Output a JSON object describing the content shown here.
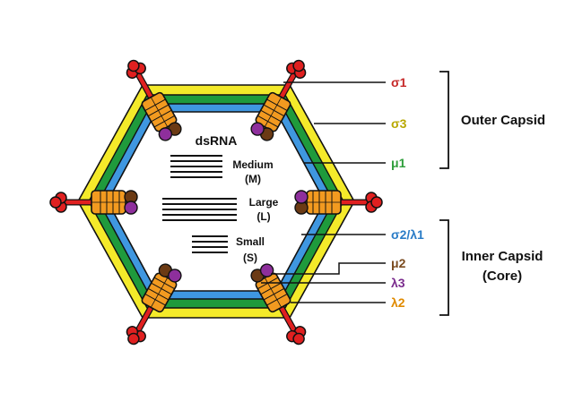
{
  "diagram": {
    "interior": {
      "dsrna": "dsRNA",
      "medium": "Medium",
      "medium_abbr": "(M)",
      "large": "Large",
      "large_abbr": "(L)",
      "small": "Small",
      "small_abbr": "(S)"
    },
    "proteins": [
      {
        "label": "σ1",
        "color": "#c62828"
      },
      {
        "label": "σ3",
        "color": "#b8a800"
      },
      {
        "label": "μ1",
        "color": "#2e9e3a"
      },
      {
        "label": "σ2/λ1",
        "color": "#2a7cc7"
      },
      {
        "label": "μ2",
        "color": "#7a4a1e"
      },
      {
        "label": "λ3",
        "color": "#7b2d8e"
      },
      {
        "label": "λ2",
        "color": "#e08a00"
      }
    ],
    "groups": {
      "outer": "Outer Capsid",
      "inner_line1": "Inner Capsid",
      "inner_line2": "(Core)"
    },
    "layer_colors": {
      "yellow": "#f4ea2a",
      "green": "#1f9a3c",
      "blue": "#3f97e0",
      "turret": "#f29a20",
      "fiber": "#e02020",
      "mu2": "#6b3a14",
      "lambda3": "#8e2f9c"
    }
  }
}
